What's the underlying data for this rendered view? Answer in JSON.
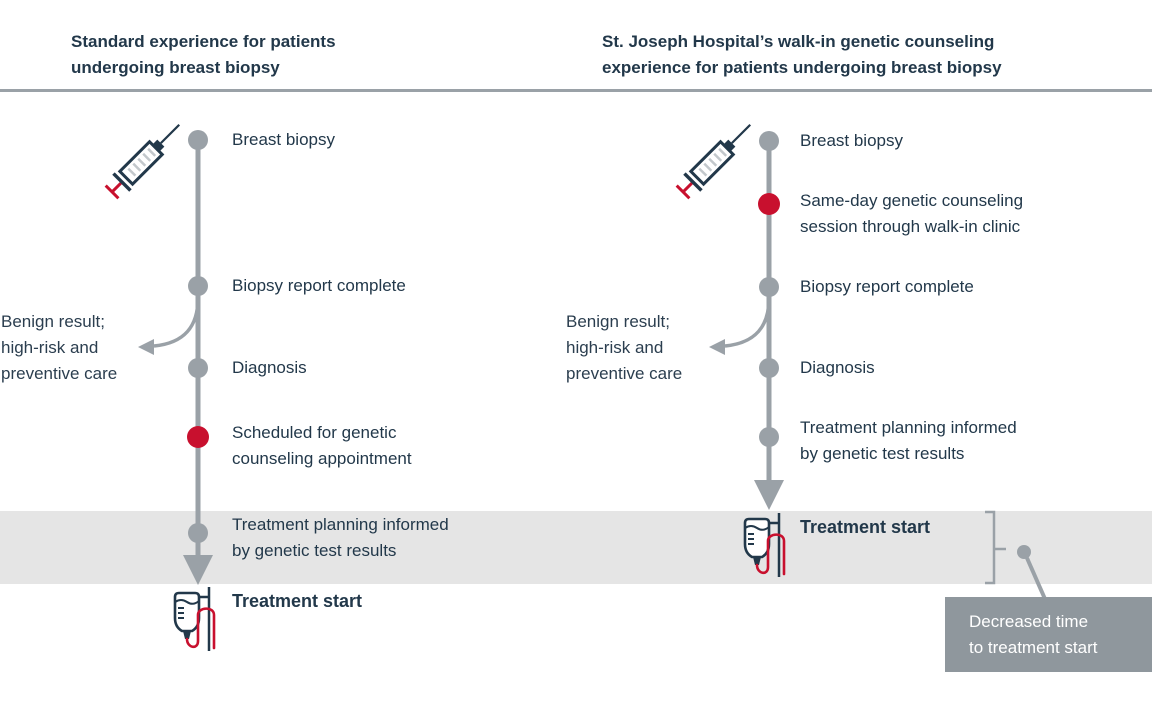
{
  "header": {
    "left_title": "Standard experience for patients\nundergoing breast biopsy",
    "right_title": "St. Joseph Hospital’s walk-in genetic counseling\nexperience for patients undergoing breast biopsy"
  },
  "timelines": {
    "left": {
      "steps": [
        {
          "label": "Breast biopsy",
          "dot": "#9aa1a7"
        },
        {
          "label": "Biopsy report complete",
          "dot": "#9aa1a7"
        },
        {
          "label": "Diagnosis",
          "dot": "#9aa1a7"
        },
        {
          "label": "Scheduled for genetic\ncounseling appointment",
          "dot": "#c8102e"
        },
        {
          "label": "Treatment planning informed\nby genetic test results",
          "dot": "#9aa1a7"
        }
      ],
      "branch_label": "Benign result;\nhigh-risk and\npreventive care",
      "end_label": "Treatment start"
    },
    "right": {
      "steps": [
        {
          "label": "Breast biopsy",
          "dot": "#9aa1a7"
        },
        {
          "label": "Same-day genetic counseling\nsession through walk-in clinic",
          "dot": "#c8102e"
        },
        {
          "label": "Biopsy report complete",
          "dot": "#9aa1a7"
        },
        {
          "label": "Diagnosis",
          "dot": "#9aa1a7"
        },
        {
          "label": "Treatment planning informed\nby genetic test results",
          "dot": "#9aa1a7"
        }
      ],
      "branch_label": "Benign result;\nhigh-risk and\npreventive care",
      "end_label": "Treatment start"
    }
  },
  "callout": {
    "label": "Decreased time\nto treatment start"
  },
  "icons": {
    "timeline_start": "syringe-icon",
    "timeline_end": "iv-drip-icon"
  },
  "palette": {
    "navy": "#22384a",
    "gray": "#9aa1a7",
    "red": "#c8102e",
    "band": "#e5e5e5",
    "callout_bg": "#8f979d",
    "callout_text": "#ffffff"
  }
}
